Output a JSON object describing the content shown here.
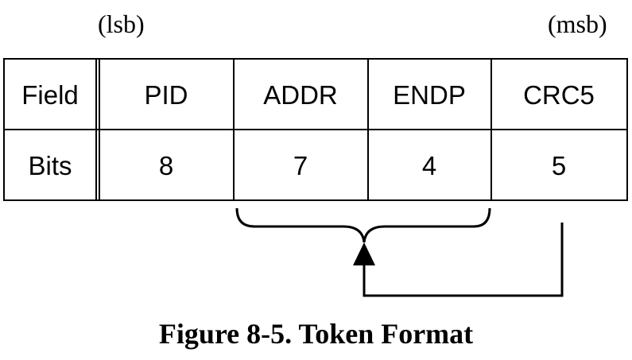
{
  "labels": {
    "lsb": "(lsb)",
    "msb": "(msb)"
  },
  "table": {
    "headers": [
      "Field",
      "PID",
      "ADDR",
      "ENDP",
      "CRC5"
    ],
    "row": [
      "Bits",
      "8",
      "7",
      "4",
      "5"
    ]
  },
  "caption": "Figure 8-5.  Token Format"
}
